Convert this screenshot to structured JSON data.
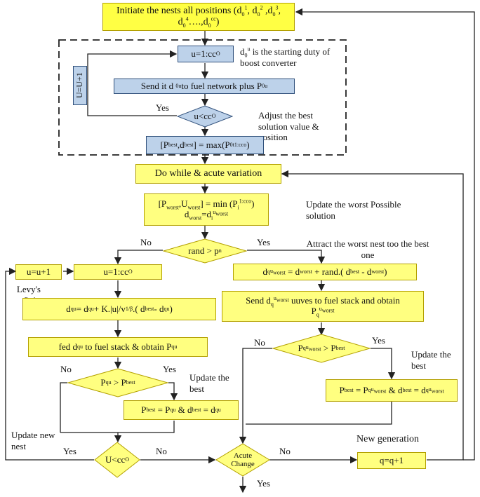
{
  "nodes": {
    "init_line1": "Initiate the nests all positions (d",
    "init_line2": "d",
    "u_init": "u=1:cc",
    "send_d0": "Send it d",
    "send_d0_mid": " to fuel network plus P",
    "u_lt_cc": "u<cc",
    "max_best": "[P",
    "do_while": "Do while & acute variation",
    "worst_line1": "[P",
    "worst_line2": "d",
    "u_inc": "u=u+1",
    "u_loop": "u=1:cc",
    "levy": "d",
    "fed": "fed d",
    "attract_eq": "d",
    "send_worst": "Send d",
    "update_best_left": "P",
    "update_best_right": "P",
    "q_inc": "q=q+1",
    "side_u": "U=U+1"
  },
  "diamonds": {
    "rand": "rand > p",
    "pq_left": "P",
    "pq_right": "P",
    "u_lt_cc_bottom": "U<cc",
    "acute_line1": "Acute",
    "acute_line2": "Change"
  },
  "notes": {
    "d0_note": "is the starting duty of boost converter",
    "adjust": "Adjust the best solution value & position",
    "update_worst": "Update the worst Possible solution",
    "attract": "Attract the worst nest too the best one",
    "levy": "Levy's fight",
    "update_best_1": "Update the best",
    "update_best_2": "Update the best",
    "update_nest": "Update new nest",
    "new_gen": "New generation"
  },
  "labels": {
    "yes": "Yes",
    "no": "No"
  }
}
